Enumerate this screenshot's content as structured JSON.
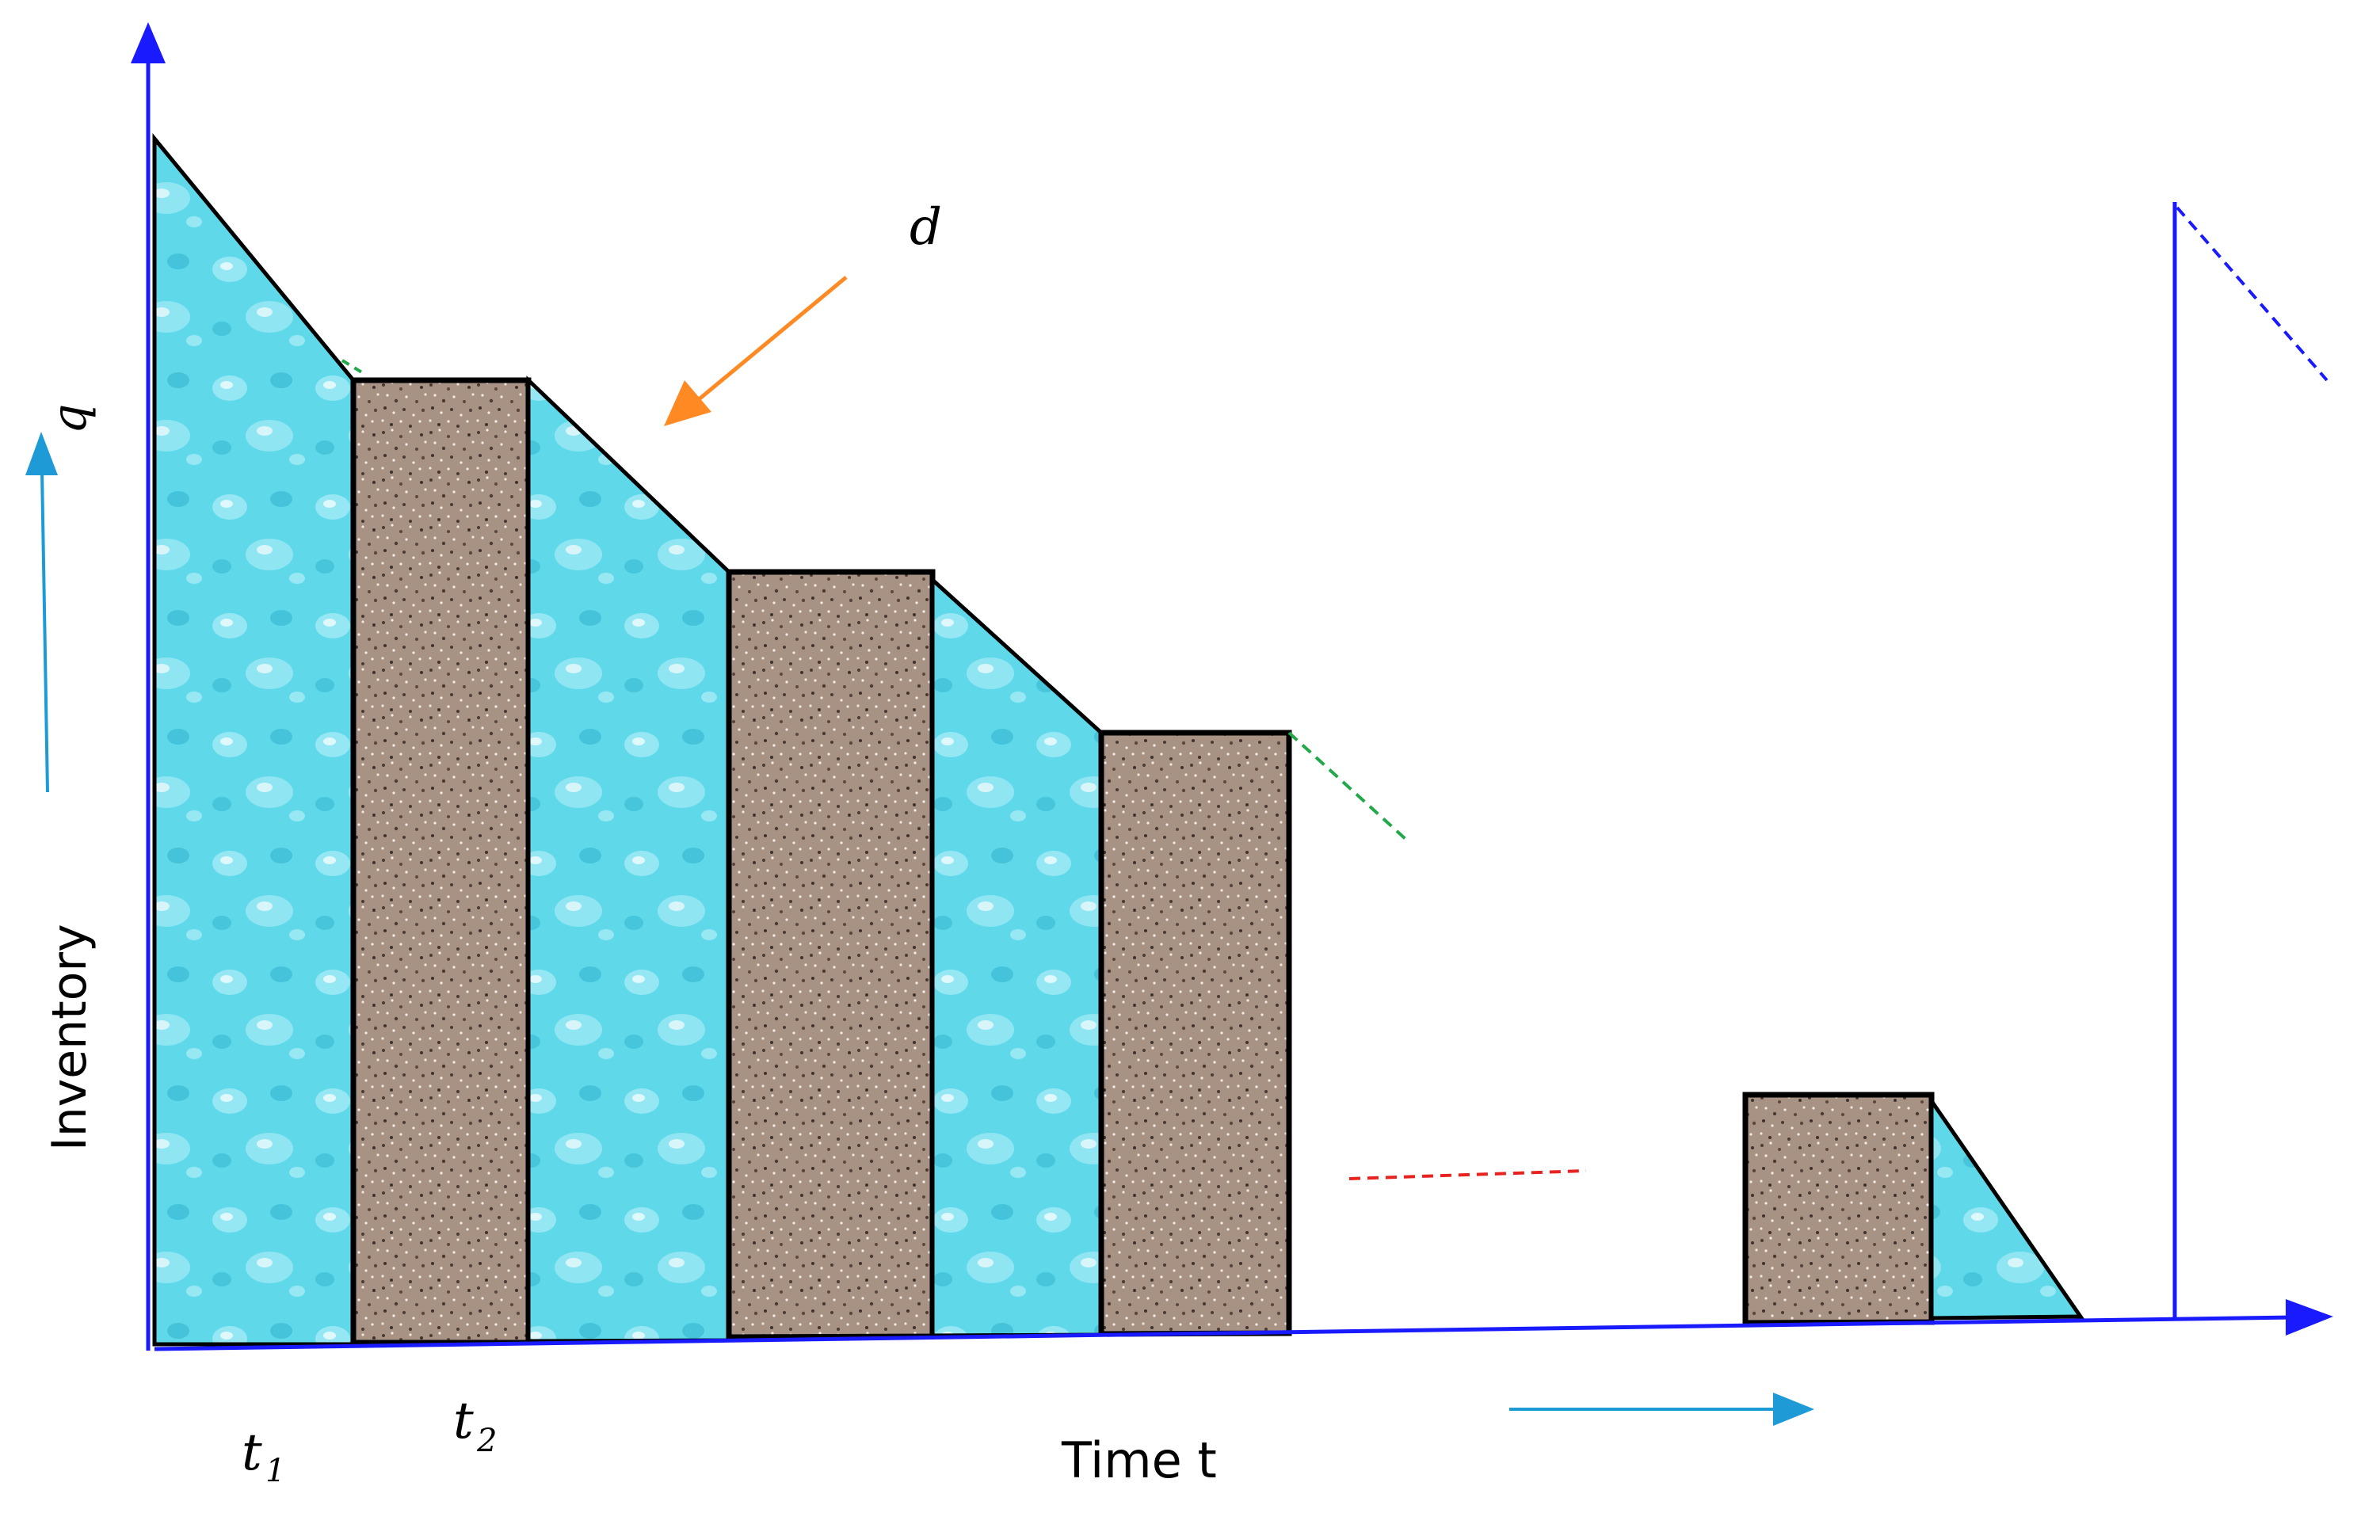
{
  "labels": {
    "y_axis": "Inventory",
    "x_axis": "Time t",
    "q": "q",
    "d": "d",
    "t1_base": "t",
    "t1_sub": "1",
    "t2_base": "t",
    "t2_sub": "2"
  },
  "colors": {
    "axis": "#1a1aff",
    "water": "#5fd8ea",
    "water_light": "#a6ecf6",
    "water_dark": "#2fb3cc",
    "sediment": "#a89284",
    "sediment_dark": "#4a3a33",
    "outline": "#000000",
    "d_arrow": "#ff8a24",
    "small_arrow": "#1e9ad6",
    "green_dash": "#22a84a",
    "red_dash": "#e8231f",
    "blue_dash": "#1a1aff"
  }
}
